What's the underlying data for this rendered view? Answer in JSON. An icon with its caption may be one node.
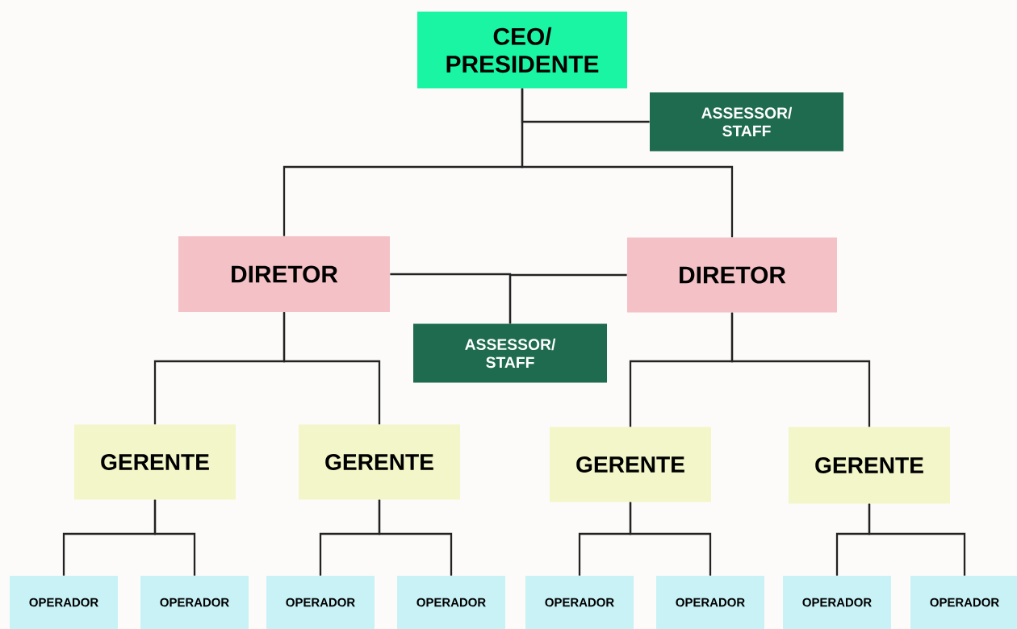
{
  "diagram": {
    "nodes": [
      {
        "text": [
          "CEO/ PRESIDENTE"
        ]
      },
      {
        "text": [
          "ASSESSOR/ STAFF"
        ]
      },
      {
        "text": [
          "DIRETOR"
        ]
      },
      {
        "text": [
          "DIRETOR"
        ]
      },
      {
        "text": [
          "ASSESSOR/ STAFF"
        ]
      },
      {
        "text": [
          "GERENTE"
        ]
      },
      {
        "text": [
          "GERENTE"
        ]
      },
      {
        "text": [
          "GERENTE"
        ]
      },
      {
        "text": [
          "GERENTE"
        ]
      },
      {
        "text": [
          "OPERADOR"
        ]
      },
      {
        "text": [
          "OPERADOR"
        ]
      },
      {
        "text": [
          "OPERADOR"
        ]
      },
      {
        "text": [
          "OPERADOR"
        ]
      },
      {
        "text": [
          "OPERADOR"
        ]
      },
      {
        "text": [
          "OPERADOR"
        ]
      },
      {
        "text": [
          "OPERADOR"
        ]
      },
      {
        "text": [
          "OPERADOR"
        ]
      }
    ],
    "edges": [
      {
        "from": 0,
        "to": 1,
        "arrow": "none"
      },
      {
        "from": 0,
        "to": 2,
        "arrow": "none"
      },
      {
        "from": 0,
        "to": 3,
        "arrow": "none"
      },
      {
        "from": 2,
        "to": 4,
        "arrow": "none"
      },
      {
        "from": 3,
        "to": 4,
        "arrow": "none"
      },
      {
        "from": 2,
        "to": 5,
        "arrow": "none"
      },
      {
        "from": 2,
        "to": 6,
        "arrow": "none"
      },
      {
        "from": 3,
        "to": 7,
        "arrow": "none"
      },
      {
        "from": 3,
        "to": 8,
        "arrow": "none"
      },
      {
        "from": 5,
        "to": 9,
        "arrow": "none"
      },
      {
        "from": 5,
        "to": 10,
        "arrow": "none"
      },
      {
        "from": 6,
        "to": 11,
        "arrow": "none"
      },
      {
        "from": 6,
        "to": 12,
        "arrow": "none"
      },
      {
        "from": 7,
        "to": 13,
        "arrow": "none"
      },
      {
        "from": 7,
        "to": 14,
        "arrow": "none"
      },
      {
        "from": 8,
        "to": 15,
        "arrow": "none"
      },
      {
        "from": 8,
        "to": 16,
        "arrow": "none"
      }
    ]
  }
}
